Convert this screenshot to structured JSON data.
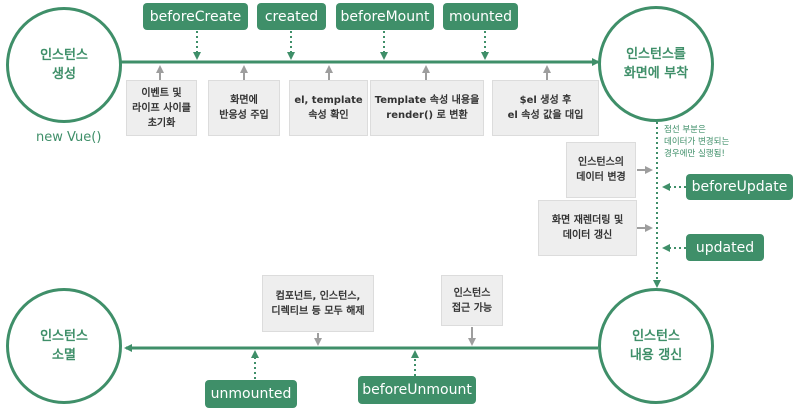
{
  "colors": {
    "accent": "#3f8f69",
    "box_fill": "#eeeeee",
    "arrow_gray": "#9e9e9e"
  },
  "states": {
    "create": [
      "인스턴스",
      "생성"
    ],
    "mount": [
      "인스턴스를",
      "화면에 부착"
    ],
    "update": [
      "인스턴스",
      "내용 갱신"
    ],
    "destroy": [
      "인스턴스",
      "소멸"
    ]
  },
  "new_vue_label": "new Vue()",
  "hooks": {
    "before_create": "beforeCreate",
    "created": "created",
    "before_mount": "beforeMount",
    "mounted": "mounted",
    "before_update": "beforeUpdate",
    "updated": "updated",
    "before_unmount": "beforeUnmount",
    "unmounted": "unmounted"
  },
  "steps": {
    "events_init": [
      "이벤트 및",
      "라이프 사이클",
      "초기화"
    ],
    "reactivity": [
      "화면에",
      "반응성 주입"
    ],
    "el_template": [
      "el, template",
      "속성 확인"
    ],
    "render": [
      "Template 속성 내용을",
      "render() 로 변환"
    ],
    "el_replace": [
      "$el 생성 후",
      "el 속성 값을 대입"
    ],
    "data_change": [
      "인스턴스의",
      "데이터 변경"
    ],
    "rerender": [
      "화면 재렌더링 및",
      "데이터 갱신"
    ],
    "teardown": [
      "컴포넌트, 인스턴스,",
      "디렉티브 등 모두 해제"
    ],
    "access": [
      "인스턴스",
      "접근 가능"
    ]
  },
  "update_note": [
    "점선 부분은",
    "데이터가 변경되는",
    "경우에만 실행됨!"
  ]
}
